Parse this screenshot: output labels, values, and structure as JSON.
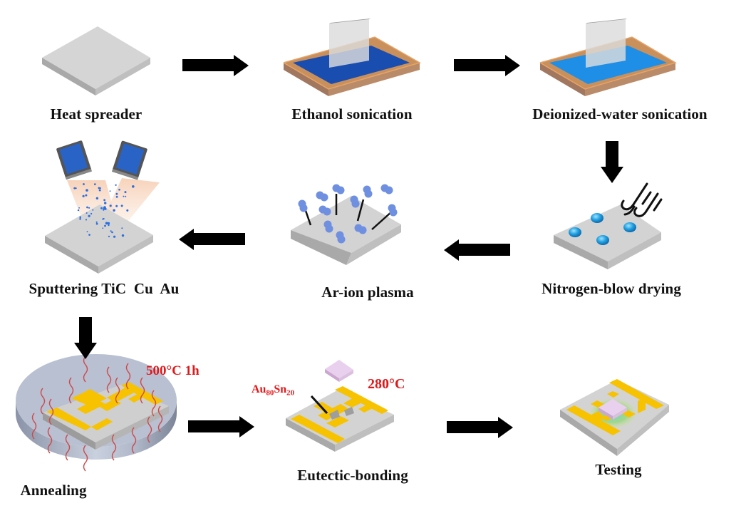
{
  "figure": {
    "type": "process-flow",
    "steps": [
      {
        "id": "heat-spreader",
        "label": "Heat spreader"
      },
      {
        "id": "ethanol-sonication",
        "label": "Ethanol sonication",
        "liquid_color": "#1a4db0"
      },
      {
        "id": "deionized-water-sonication",
        "label": "Deionized-water sonication",
        "liquid_color": "#1e8ee6"
      },
      {
        "id": "nitrogen-blow-drying",
        "label": "Nitrogen-blow drying"
      },
      {
        "id": "ar-ion-plasma",
        "label": "Ar-ion plasma"
      },
      {
        "id": "sputtering",
        "label": "Sputtering TiC  Cu  Au"
      },
      {
        "id": "annealing",
        "label": "Annealing",
        "condition": "500°C 1h"
      },
      {
        "id": "eutectic-bonding",
        "label": "Eutectic-bonding",
        "condition": "280°C",
        "solder": {
          "base": "Au",
          "sub1": "80",
          "mid": "Sn",
          "sub2": "20"
        }
      },
      {
        "id": "testing",
        "label": "Testing"
      }
    ],
    "flow": [
      {
        "from": "heat-spreader",
        "to": "ethanol-sonication",
        "direction": "right"
      },
      {
        "from": "ethanol-sonication",
        "to": "deionized-water-sonication",
        "direction": "right"
      },
      {
        "from": "deionized-water-sonication",
        "to": "nitrogen-blow-drying",
        "direction": "down"
      },
      {
        "from": "nitrogen-blow-drying",
        "to": "ar-ion-plasma",
        "direction": "left"
      },
      {
        "from": "ar-ion-plasma",
        "to": "sputtering",
        "direction": "left"
      },
      {
        "from": "sputtering",
        "to": "annealing",
        "direction": "down"
      },
      {
        "from": "annealing",
        "to": "eutectic-bonding",
        "direction": "right"
      },
      {
        "from": "eutectic-bonding",
        "to": "testing",
        "direction": "right"
      }
    ],
    "colors": {
      "annotation": "#e0181a",
      "gold_electrode": "#f7c200",
      "substrate": "#d4d4d4",
      "chip": "#e8c8ec",
      "ion": "#6f8fe0"
    }
  }
}
